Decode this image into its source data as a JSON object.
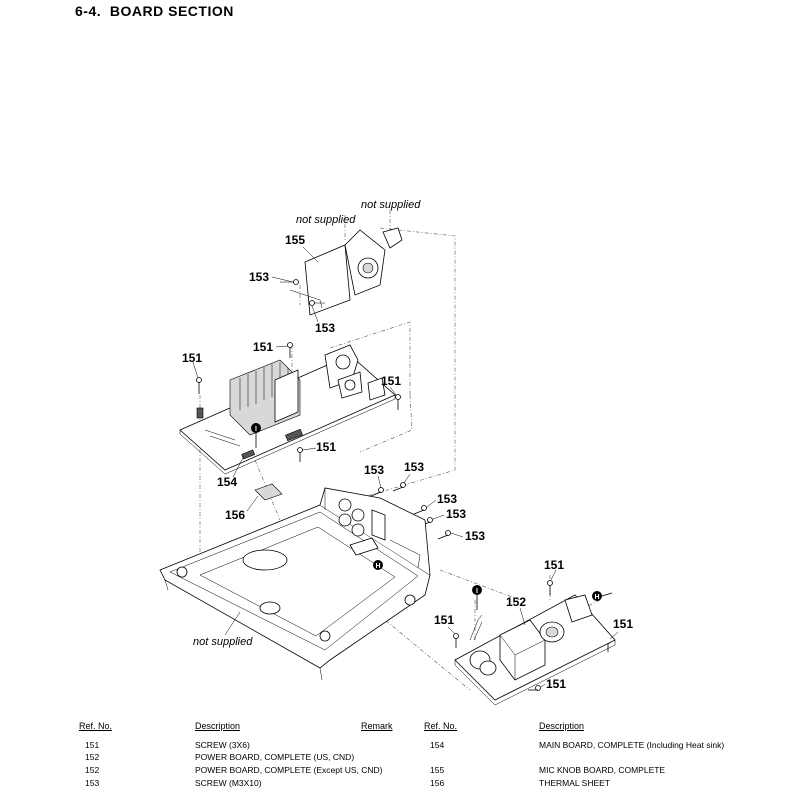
{
  "title": "6-4.  BOARD SECTION",
  "diagram": {
    "callouts": {
      "c155": "155",
      "c153a": "153",
      "c153b": "153",
      "c151a": "151",
      "c151b": "151",
      "c151c": "151",
      "c151d": "151",
      "c153c": "153",
      "c153d": "153",
      "c153e": "153",
      "c153f": "153",
      "c153g": "153",
      "c154": "154",
      "c156": "156",
      "c152": "152",
      "c151e": "151",
      "c151f": "151",
      "c151g": "151"
    },
    "notes": {
      "ns1": "not supplied",
      "ns2": "not supplied",
      "ns3": "not supplied"
    },
    "markers": {
      "i1": "I",
      "i2": "I",
      "h1": "H",
      "h2": "H"
    }
  },
  "table": {
    "headers": {
      "ref_no_left": "Ref. No.",
      "description_left": "Description",
      "remark": "Remark",
      "ref_no_right": "Ref. No.",
      "description_right": "Description"
    },
    "left_rows": [
      {
        "ref": "151",
        "desc": "SCREW (3X6)"
      },
      {
        "ref": "152",
        "desc": "POWER BOARD, COMPLETE (US, CND)"
      },
      {
        "ref": "152",
        "desc": "POWER BOARD, COMPLETE (Except US, CND)"
      },
      {
        "ref": "153",
        "desc": "SCREW (M3X10)"
      }
    ],
    "right_rows": [
      {
        "ref": "154",
        "desc": "MAIN BOARD, COMPLETE (Including Heat sink)"
      },
      {
        "ref": "155",
        "desc": "MIC KNOB BOARD, COMPLETE"
      },
      {
        "ref": "156",
        "desc": "THERMAL SHEET"
      }
    ]
  }
}
